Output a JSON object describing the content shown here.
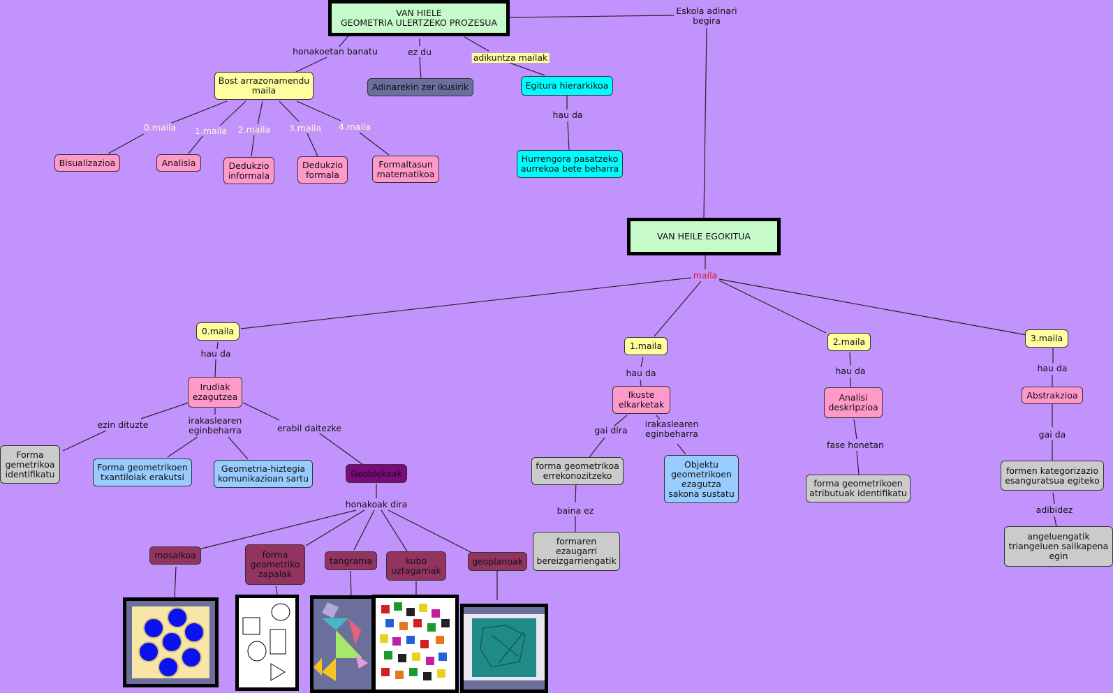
{
  "nodes": {
    "van_hiele": "VAN HIELE\nGEOMETRIA ULERTZEKO PROZESUA",
    "bost": "Bost arrazonamendu\nmaila",
    "adinarekin": "Adinarekin zer ikusirik",
    "egitura": "Egitura hierarkikoa",
    "hurrengora": "Hurrengora pasatzeko\naurrekoa bete beharra",
    "bisualizazioa": "Bisualizazioa",
    "analisia": "Analisia",
    "dedukzio_informala": "Dedukzio\ninformala",
    "dedukzio_formala": "Dedukzio\nformala",
    "formaltasun": "Formaltasun\nmatematikoa",
    "egokitua": "VAN HEILE EGOKITUA",
    "maila0": "0.maila",
    "maila1": "1.maila",
    "maila2": "2.maila",
    "maila3": "3.maila",
    "irudiak": "Irudiak\nezagutzea",
    "forma_gemetrikoa": "Forma\ngemetrikoa\nidentifikatu",
    "txantiloiak": "Forma geometrikoen\ntxantiloiak erakutsi",
    "hiztegia": "Geometria-hiztegia\nkomunikazioan sartu",
    "geoblokeak": "Geoblokeak",
    "mosaikoa": "mosaikoa",
    "forma_zapalak": "forma\ngeometriko\nzapalak",
    "tangrama": "tangrama",
    "kubo": "kubo\nuztagarriak",
    "geoplanoak": "geoplanoak",
    "ikuste": "Ikuste\nelkarketak",
    "errekonozitzeko": "forma geometrikoa\nerrekonozitzeko",
    "formaren": "formaren\nezaugarri\nbereizgarriengatik",
    "objektu": "Objektu\ngeometrikoen\nezagutza\nsakona sustatu",
    "analisi": "Analisi\ndeskripzioa",
    "atributuak": "forma geometrikoen\natributuak identifikatu",
    "abstrakzioa": "Abstrakzioa",
    "kategorizazio": "formen kategorizazio\nesanguratsua egiteko",
    "angeluengatik": "angeluengatik\ntriangeluen sailkapena\negin"
  },
  "labels": {
    "eskola": "Eskola adinari\nbegira",
    "honakoetan": "honakoetan banatu",
    "ez_du": "ez du",
    "adikuntza": "adikuntza mailak",
    "hau_da_top": "hau da",
    "l0": "0.maila",
    "l1": "1.maila",
    "l2": "2.maila",
    "l3": "3.maila",
    "l4": "4.maila",
    "maila": "maila",
    "hau_da_0": "hau da",
    "ezin": "ezin dituzte",
    "irakaslearen_0": "irakaslearen\neginbeharra",
    "erabil": "erabil daitezke",
    "honakoak": "honakoak dira",
    "hau_da_1": "hau da",
    "gai_dira": "gai dira",
    "irakaslearen_1": "irakaslearen\neginbeharra",
    "baina_ez": "baina ez",
    "hau_da_2": "hau da",
    "fase": "fase honetan",
    "hau_da_3": "hau da",
    "gai_da": "gai da",
    "adibidez": "adibidez"
  },
  "colors": {
    "background": "#c393fd",
    "main": "#c6facb",
    "yellow": "#fefe9e",
    "pink": "#fe99c9",
    "cyan": "#00fcfe",
    "grey": "#cbcbcb",
    "light_blue": "#98ccff",
    "geoblokeak": "#7d0a7d",
    "maroon": "#92345f",
    "maila_label": "#e0142c"
  },
  "images": [
    "mosaic-image",
    "flat-shapes-image",
    "tangram-image",
    "linking-cubes-image",
    "geoboard-image"
  ]
}
